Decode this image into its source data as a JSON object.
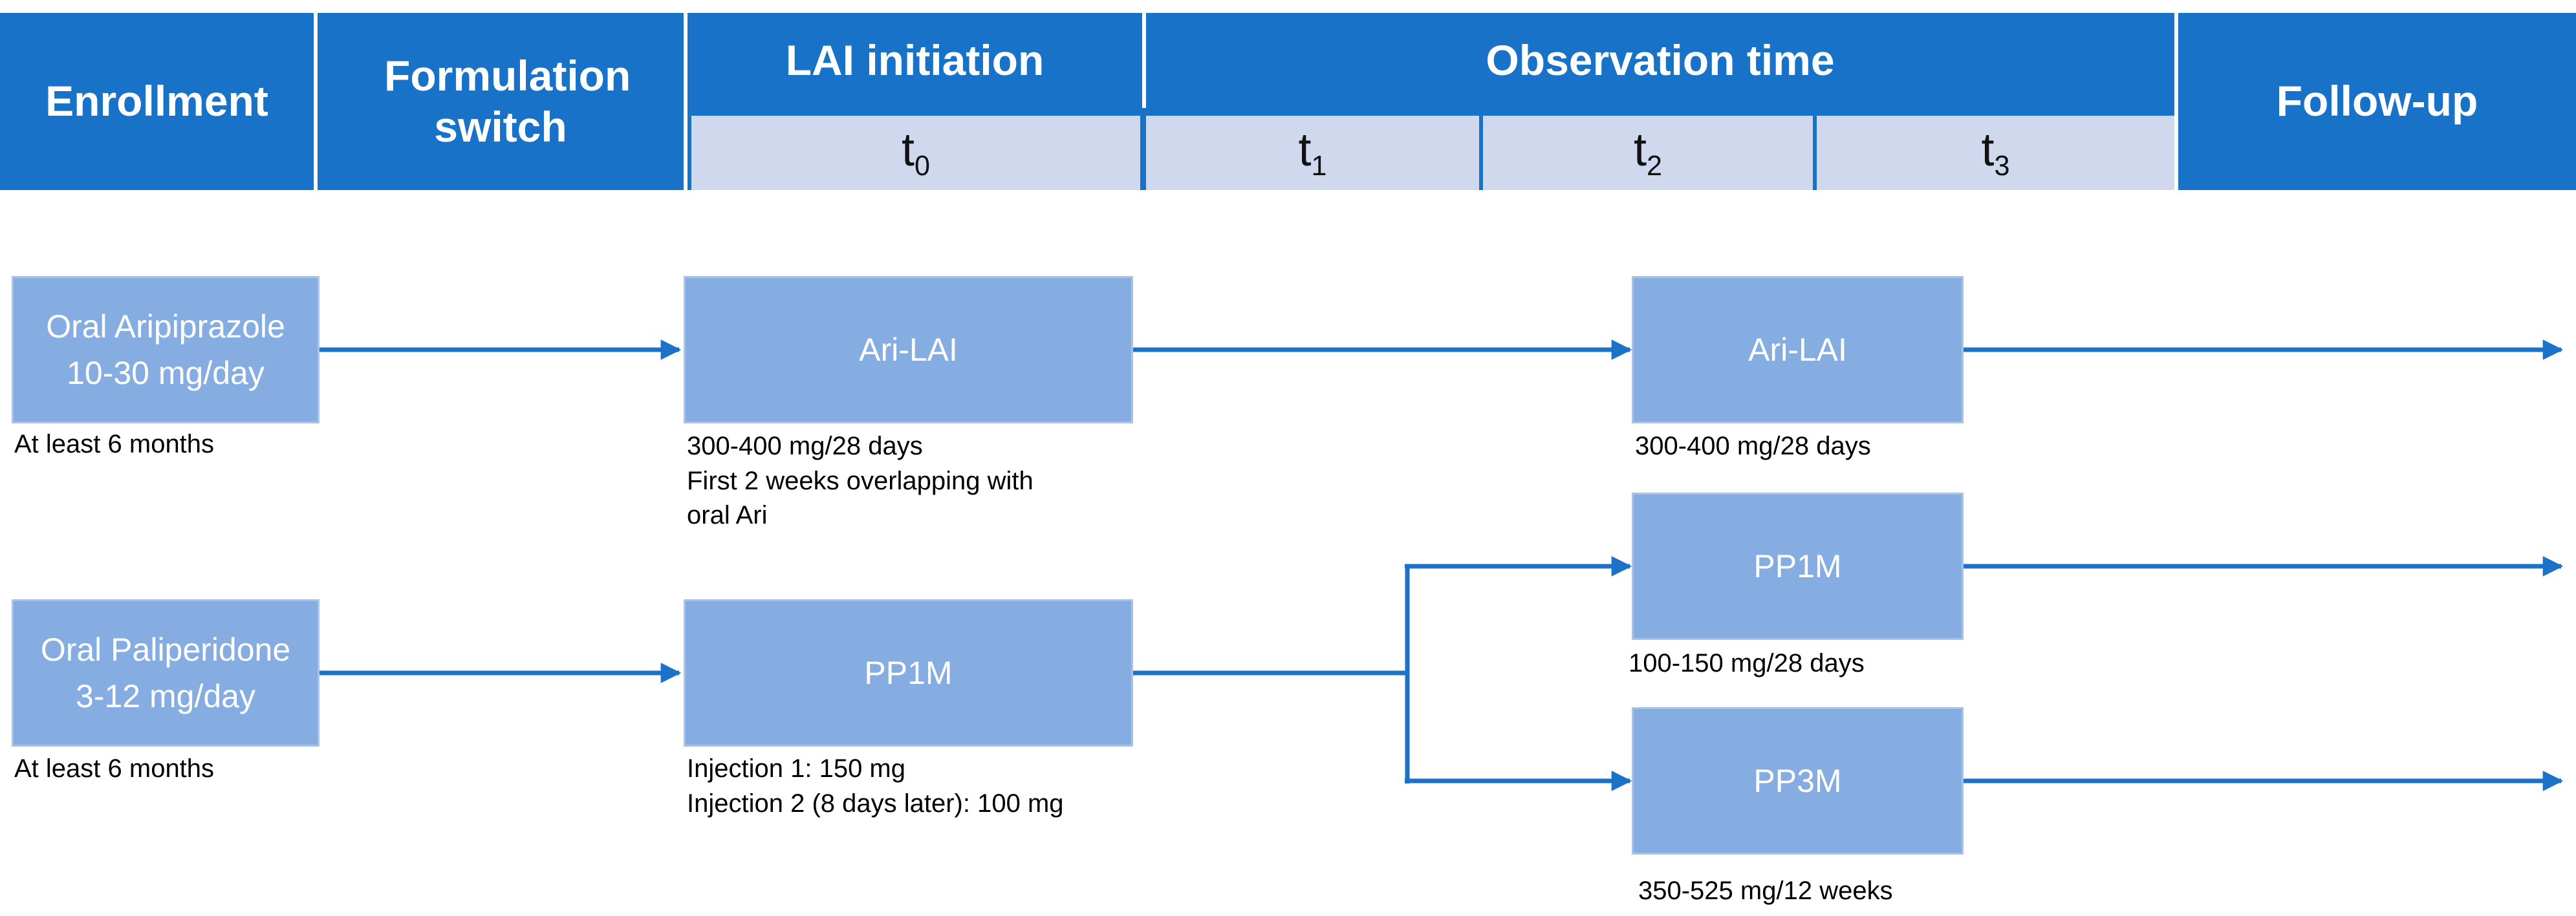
{
  "header": {
    "enrollment": "Enrollment",
    "formulation_switch": "Formulation switch",
    "lai_initiation": "LAI initiation",
    "observation_time": "Observation time",
    "follow_up": "Follow-up",
    "timepoints": [
      {
        "base": "t",
        "sub": "0"
      },
      {
        "base": "t",
        "sub": "1"
      },
      {
        "base": "t",
        "sub": "2"
      },
      {
        "base": "t",
        "sub": "3"
      }
    ]
  },
  "row_aripiprazole": {
    "oral_line1": "Oral Aripiprazole",
    "oral_line2": "10-30 mg/day",
    "oral_note": "At least 6 months",
    "lai_label": "Ari-LAI",
    "lai_note_1": "300-400 mg/28 days",
    "lai_note_2": "First 2 weeks overlapping with",
    "lai_note_3": "oral Ari",
    "obs_label": "Ari-LAI",
    "obs_note": "300-400 mg/28 days"
  },
  "row_paliperidone": {
    "oral_line1": "Oral Paliperidone",
    "oral_line2": "3-12 mg/day",
    "oral_note": "At least 6 months",
    "lai_label": "PP1M",
    "lai_note_1": "Injection 1: 150 mg",
    "lai_note_2": "Injection 2 (8 days later): 100 mg",
    "pp1m_label": "PP1M",
    "pp1m_note": "100-150 mg/28 days",
    "pp3m_label": "PP3M",
    "pp3m_note": "350-525 mg/12 weeks"
  },
  "colors": {
    "header_blue": "#1873c8",
    "timepoint_band": "#cfd8ec",
    "box_fill": "#86ade2",
    "arrow": "#1b72c7"
  }
}
